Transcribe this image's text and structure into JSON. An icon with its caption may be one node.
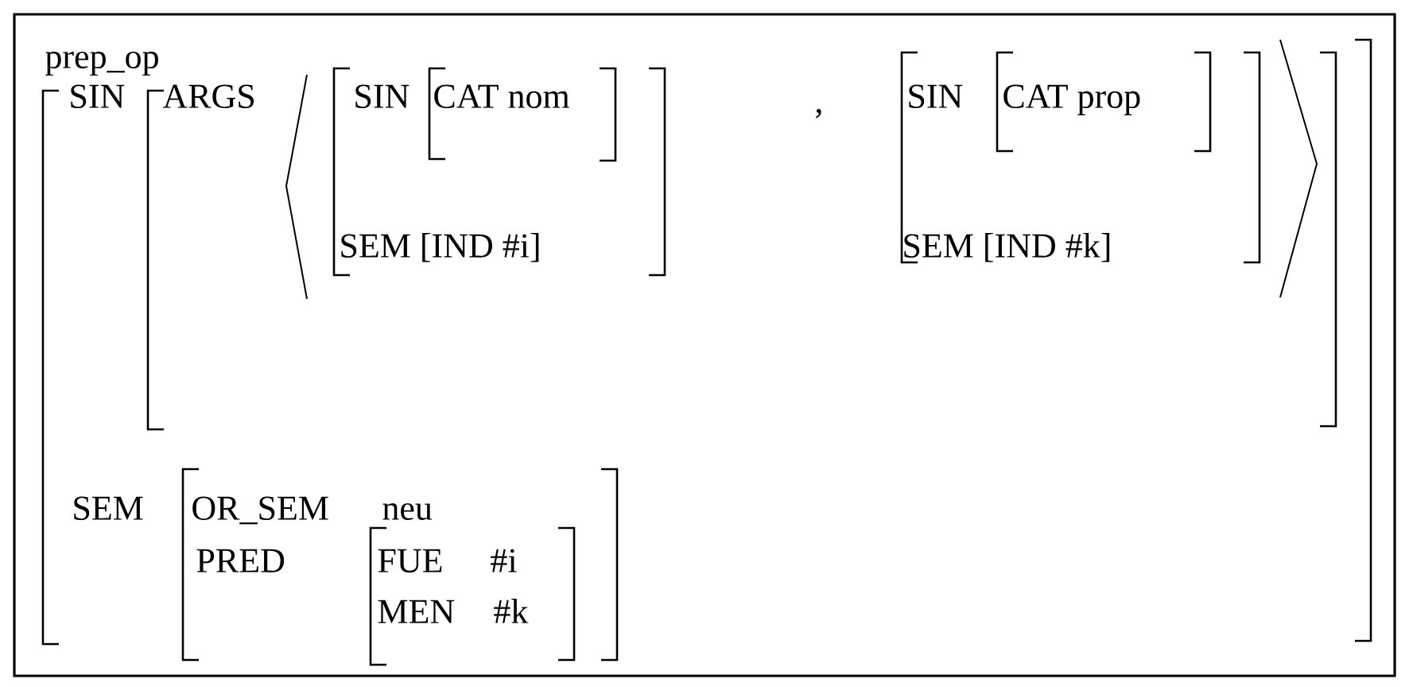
{
  "diagram": {
    "labels": [
      "prep_op",
      "SIN",
      "ARGS",
      "SIN",
      "CAT nom",
      ",",
      "SIN",
      "CAT  prop",
      "SEM [IND #i]",
      "SEM [IND #k]",
      "SEM",
      "OR_SEM",
      "neu",
      "PRED",
      "FUE",
      "#i",
      "MEN",
      "#k"
    ]
  }
}
